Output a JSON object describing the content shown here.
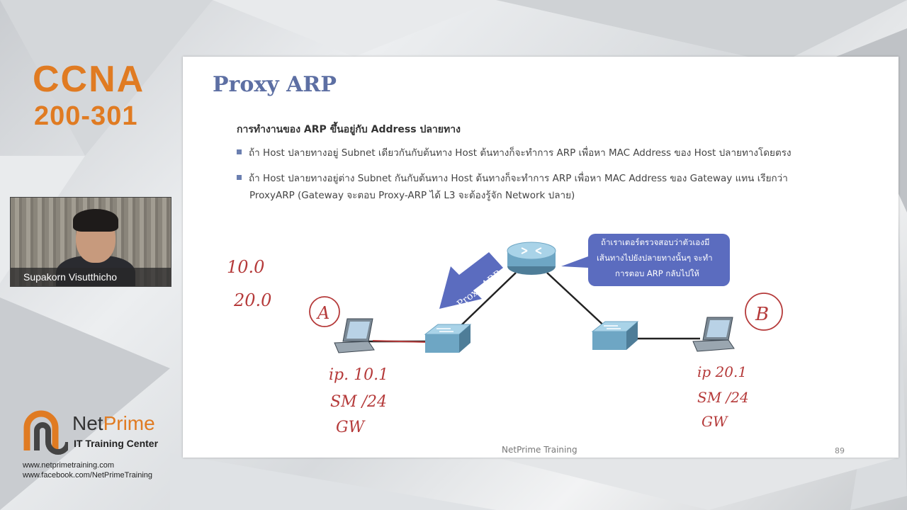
{
  "brand": {
    "course_line1": "CCNA",
    "course_line2": "200-301",
    "logo_name_prefix": "Net",
    "logo_name_accent": "Prime",
    "logo_tagline": "IT Training Center",
    "website": "www.netprimetraining.com",
    "facebook": "www.facebook.com/NetPrimeTraining",
    "accent_color": "#e07b22"
  },
  "video": {
    "presenter_name": "Supakorn Visutthicho"
  },
  "slide": {
    "title": "Proxy ARP",
    "subheading": "การทำงานของ ARP ขึ้นอยู่กับ Address ปลายทาง",
    "bullets": [
      {
        "line1": "ถ้า Host ปลายทางอยู่ Subnet เดียวกันกับต้นทาง Host ต้นทางก็จะทำการ ARP เพื่อหา MAC Address ของ Host ปลายทางโดยตรง",
        "line2": ""
      },
      {
        "line1": "ถ้า Host ปลายทางอยู่ต่าง Subnet กันกับต้นทาง Host ต้นทางก็จะทำการ ARP เพื่อหา MAC Address ของ Gateway แทน เรียกว่า",
        "line2": "ProxyARP (Gateway จะตอบ Proxy-ARP ได้ L3 จะต้องรู้จัก Network ปลาย)"
      }
    ],
    "arrow_label": "Proxy ARP",
    "callout_lines": [
      "ถ้าเราเตอร์ตรวจสอบว่าตัวเองมี",
      "เส้นทางไปยังปลายทางนั้นๆ จะทำ",
      "การตอบ ARP กลับไปให้"
    ],
    "footer": "NetPrime Training",
    "page_number": "89",
    "title_color": "#5d6fa3",
    "arrow_color": "#5b6cbf",
    "callout_color": "#5b6cbf"
  },
  "annotations": {
    "net1": "10.0",
    "net2": "20.0",
    "host_a_label": "A",
    "host_b_label": "B",
    "host_a_lines": [
      "ip. 10.1",
      "SM /24",
      "GW"
    ],
    "host_b_lines": [
      "ip 20.1",
      "SM /24",
      "GW"
    ],
    "ink_color": "#b53a3a"
  }
}
